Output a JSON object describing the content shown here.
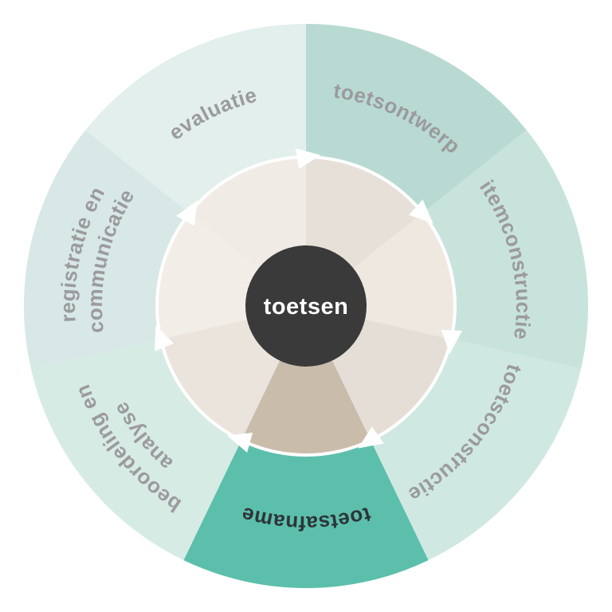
{
  "diagram": {
    "type": "cycle",
    "direction": "clockwise",
    "center": {
      "label": "toetsen",
      "bg_color": "#3a3a3b",
      "text_color": "#ffffff"
    },
    "colors": {
      "background": "#ffffff",
      "rim": "#ffffff",
      "arrow": "#ffffff",
      "label_gray": "#9b9a9c",
      "label_dark": "#2e3539",
      "highlight_teal": "#5cbfac"
    },
    "segments": [
      {
        "id": "toetsontwerp",
        "label": "toetsontwerp",
        "lines": [
          "toetsontwerp"
        ],
        "start_deg": 0,
        "end_deg": 51.43,
        "outer_color": "#b8dad2",
        "inner_color": "#e7e0d9",
        "highlighted": false
      },
      {
        "id": "itemconstructie",
        "label": "itemconstructie",
        "lines": [
          "itemconstructie"
        ],
        "start_deg": 51.43,
        "end_deg": 102.86,
        "outer_color": "#c8e3dc",
        "inner_color": "#eee8e1",
        "highlighted": false
      },
      {
        "id": "toetsconstructie",
        "label": "toetsconstructie",
        "lines": [
          "toetsconstructie"
        ],
        "start_deg": 102.86,
        "end_deg": 154.29,
        "outer_color": "#d0e8e2",
        "inner_color": "#e5ded6",
        "highlighted": false
      },
      {
        "id": "toetsafname",
        "label": "toetsafname",
        "lines": [
          "toetsafname"
        ],
        "start_deg": 154.29,
        "end_deg": 205.71,
        "outer_color": "#5cbfac",
        "inner_color": "#c9bcab",
        "highlighted": true
      },
      {
        "id": "beoordeling",
        "label": "beoordeling en analyse",
        "lines": [
          "beoordeling en",
          "analyse"
        ],
        "start_deg": 205.71,
        "end_deg": 257.14,
        "outer_color": "#d6ebe4",
        "inner_color": "#eae4dd",
        "highlighted": false
      },
      {
        "id": "registratie",
        "label": "registratie en communicatie",
        "lines": [
          "registratie en",
          "communicatie"
        ],
        "start_deg": 257.14,
        "end_deg": 308.57,
        "outer_color": "#d7e8e6",
        "inner_color": "#f2ede7",
        "highlighted": false
      },
      {
        "id": "evaluatie",
        "label": "evaluatie",
        "lines": [
          "evaluatie"
        ],
        "start_deg": 308.57,
        "end_deg": 360,
        "outer_color": "#e2efec",
        "inner_color": "#f0ebe5",
        "highlighted": false
      }
    ]
  }
}
